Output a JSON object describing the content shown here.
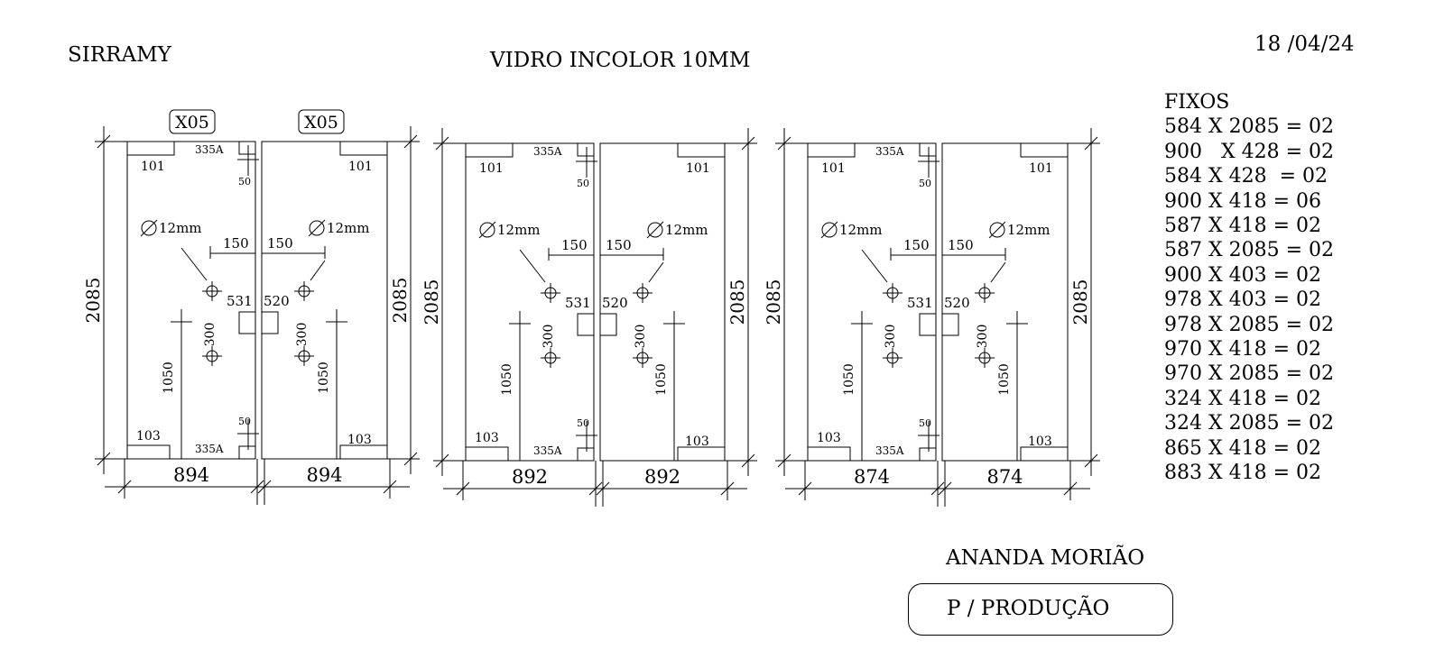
{
  "header": {
    "client": "SIRRAMY",
    "glass": "VIDRO INCOLOR  10MM",
    "date": "18 /04/24"
  },
  "fixos": {
    "title": "FIXOS",
    "items": [
      "584 X 2085 = 02",
      "900   X 428 = 02",
      "584 X 428  = 02",
      "900 X 418 = 06",
      "587 X 418 = 02",
      "587 X 2085 = 02",
      "900 X 403 = 02",
      "978 X 403 = 02",
      "978 X 2085 = 02",
      "970 X 418 = 02",
      "970 X 2085 = 02",
      "324 X 418 = 02",
      "324 X 2085 = 02",
      "865 X 418 = 02",
      "883 X 418 = 02"
    ]
  },
  "footer": {
    "person": "ANANDA  MORIÃO",
    "stamp": "P / PRODUÇÃO"
  },
  "diagram": {
    "quantity_tag": "X05",
    "height": "2085",
    "hole_label": "12mm",
    "hinge_top_label": "101",
    "hinge_bottom_label": "103",
    "pivot_label": "335A",
    "pivot_offset": "50",
    "offset_150": "150",
    "spacing_300": "300",
    "height_1050": "1050",
    "lock_left": "531",
    "lock_right": "520",
    "groups": [
      {
        "width_left": "894",
        "width_right": "894",
        "show_tags": true
      },
      {
        "width_left": "892",
        "width_right": "892",
        "show_tags": false
      },
      {
        "width_left": "874",
        "width_right": "874",
        "show_tags": false
      }
    ]
  }
}
